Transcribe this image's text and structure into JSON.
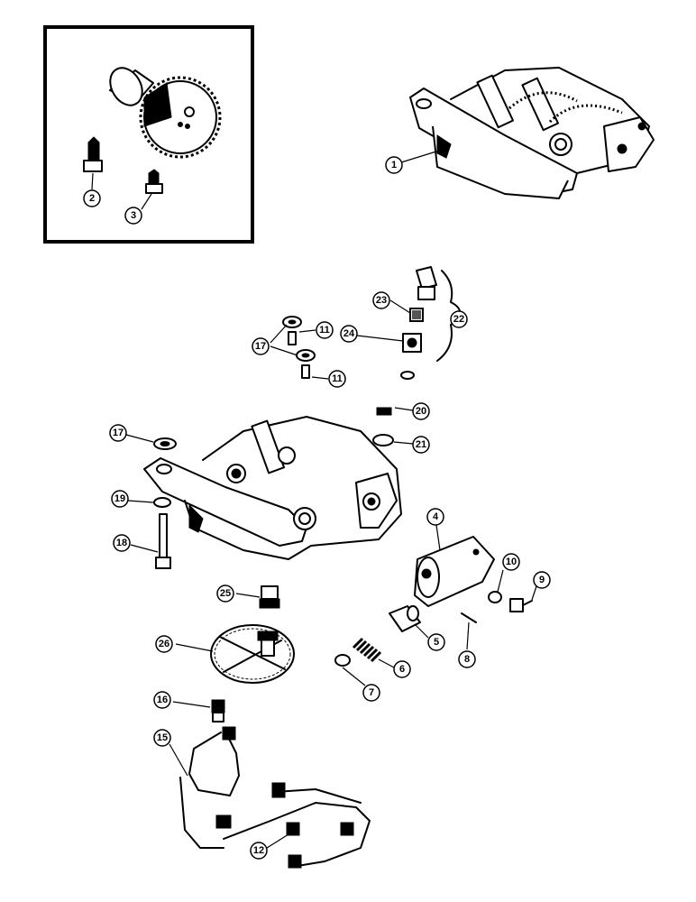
{
  "callouts": {
    "c1": "1",
    "c2": "2",
    "c3": "3",
    "c4": "4",
    "c5": "5",
    "c6": "6",
    "c7": "7",
    "c8": "8",
    "c9": "9",
    "c10": "10",
    "c11a": "11",
    "c11b": "11",
    "c12": "12",
    "c15": "15",
    "c16": "16",
    "c17a": "17",
    "c17b": "17",
    "c18": "18",
    "c19": "19",
    "c20": "20",
    "c21": "21",
    "c22": "22",
    "c23": "23",
    "c24": "24",
    "c25": "25",
    "c26": "26"
  }
}
